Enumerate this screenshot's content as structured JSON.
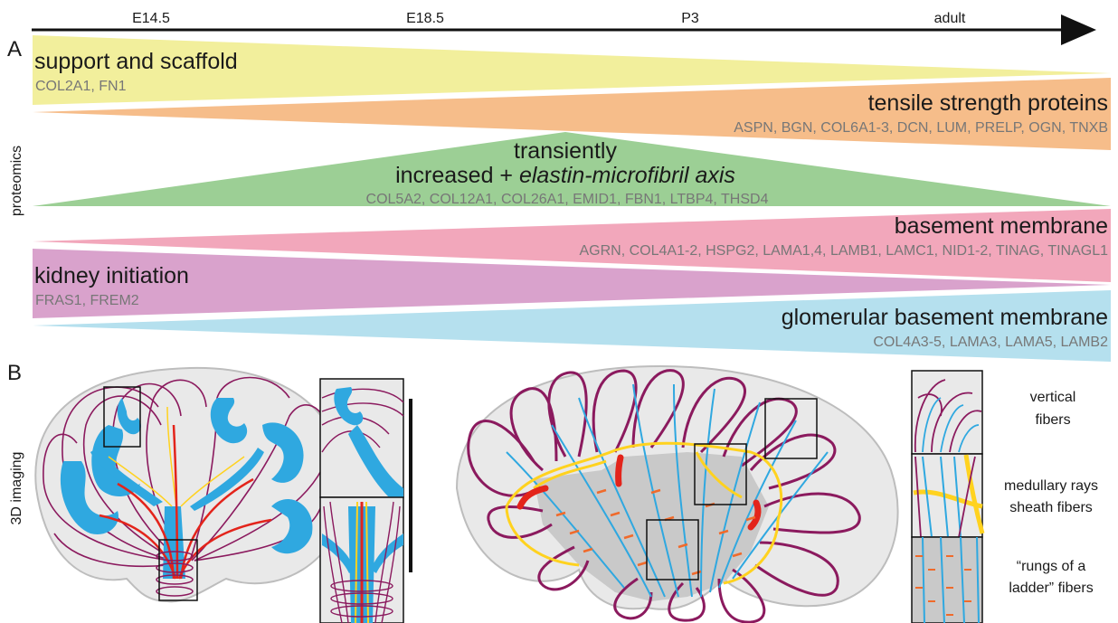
{
  "colors": {
    "support": "#f2ef9c",
    "tensile": "#f6bd8a",
    "transient": "#9ccf95",
    "basement": "#f2a7bb",
    "initiation": "#d9a2cc",
    "glomerular": "#b5e0ee",
    "kidney_fill": "#e9e9e9",
    "medulla_fill": "#c9c9c9",
    "outer_fibers": "#8b1a5e",
    "cyan_structures": "#2fa8e0",
    "sheath_fibers": "#ffd21f",
    "red_fibers": "#e3241b",
    "rung_fibers": "#f06a2a"
  },
  "timeline": {
    "labels": [
      "E14.5",
      "E18.5",
      "P3",
      "adult"
    ]
  },
  "panel_a": {
    "letter": "A",
    "side_label": "proteomics",
    "bands": {
      "support": {
        "title": "support and scaffold",
        "proteins": "COL2A1, FN1"
      },
      "tensile": {
        "title": "tensile strength proteins",
        "proteins": "ASPN, BGN, COL6A1-3, DCN, LUM, PRELP, OGN, TNXB"
      },
      "transient": {
        "title_line1": "transiently",
        "title_line2_plain": "increased + ",
        "title_line2_italic": "elastin-microfibril axis",
        "proteins": "COL5A2, COL12A1, COL26A1, EMID1, FBN1, LTBP4, THSD4"
      },
      "basement": {
        "title": "basement membrane",
        "proteins": "AGRN, COL4A1-2, HSPG2, LAMA1,4, LAMB1, LAMC1, NID1-2, TINAG, TINAGL1"
      },
      "initiation": {
        "title": "kidney initiation",
        "proteins": "FRAS1, FREM2"
      },
      "glomerular": {
        "title": "glomerular basement membrane",
        "proteins": "COL4A3-5, LAMA3, LAMA5, LAMB2"
      }
    }
  },
  "panel_b": {
    "letter": "B",
    "side_label": "3D imaging",
    "inset_labels": {
      "vertical": [
        "vertical",
        "fibers"
      ],
      "sheath": [
        "medullary rays",
        "sheath fibers"
      ],
      "rungs": [
        "“rungs of a",
        "ladder” fibers"
      ]
    }
  }
}
